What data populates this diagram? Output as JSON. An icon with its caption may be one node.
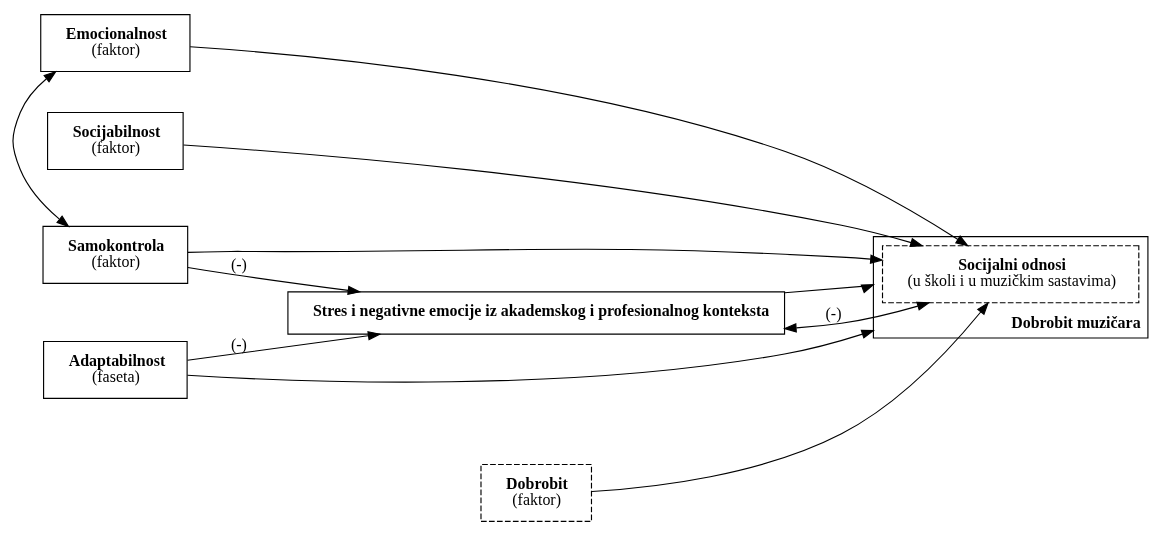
{
  "diagram": {
    "nodes": [
      {
        "text": [
          "Emocionalnost",
          "(faktor)"
        ]
      },
      {
        "text": [
          "Samokontrola",
          "(faktor)"
        ]
      },
      {
        "text": [
          "Socijabilnost",
          "(faktor)"
        ]
      },
      {
        "text": [
          "Adaptabilnost",
          "(faseta)"
        ]
      },
      {
        "text": [
          "Stres i negativne emocije iz akademskog i profesionalnog konteksta"
        ]
      },
      {
        "text": [
          "Dobrobit",
          "(faktor)"
        ]
      },
      {
        "text": [
          "Dobrobit muzičara"
        ]
      },
      {
        "text": [
          "Socijalni odnosi",
          "(u školi i u muzičkim sastavima)"
        ],
        "in": 6
      }
    ],
    "edges": [
      {
        "from": 0,
        "to": 1,
        "arrow": "both"
      },
      {
        "from": 0,
        "to": 7,
        "arrow": "to"
      },
      {
        "from": 1,
        "to": 7,
        "arrow": "to"
      },
      {
        "from": 1,
        "to": 4,
        "arrow": "to",
        "label": "(-)"
      },
      {
        "from": 4,
        "to": 7,
        "arrow": "both",
        "label": "(-)"
      },
      {
        "from": 4,
        "to": 6,
        "arrow": "to"
      },
      {
        "from": 2,
        "to": 7,
        "arrow": "to"
      },
      {
        "from": 3,
        "to": 4,
        "arrow": "to",
        "label": "(-)"
      },
      {
        "from": 3,
        "to": 6,
        "arrow": "to"
      },
      {
        "from": 5,
        "to": 7,
        "arrow": "to"
      }
    ]
  }
}
